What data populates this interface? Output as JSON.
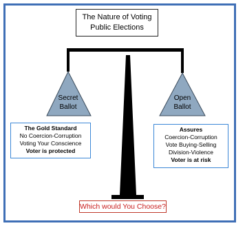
{
  "title": {
    "line1": "The Nature of Voting",
    "line2": "Public Elections"
  },
  "left": {
    "pan_line1": "Secret",
    "pan_line2": "Ballot",
    "box": {
      "heading": "The Gold Standard",
      "line1": "No Coercion-Corruption",
      "line2": "Voting Your Conscience",
      "footer": "Voter is protected"
    }
  },
  "right": {
    "pan_line1": "Open",
    "pan_line2": "Ballot",
    "box": {
      "heading": "Assures",
      "line1": "Coercion-Corruption",
      "line2": "Vote Buying-Selling",
      "line3": "Division-Violence",
      "footer": "Voter is at risk"
    }
  },
  "question": "Which would You Choose?",
  "colors": {
    "frame": "#3f6fb6",
    "pan_fill": "#8fa8c0",
    "info_border": "#3a86d6",
    "question_border": "#c0392b",
    "question_text": "#c81d1d"
  }
}
